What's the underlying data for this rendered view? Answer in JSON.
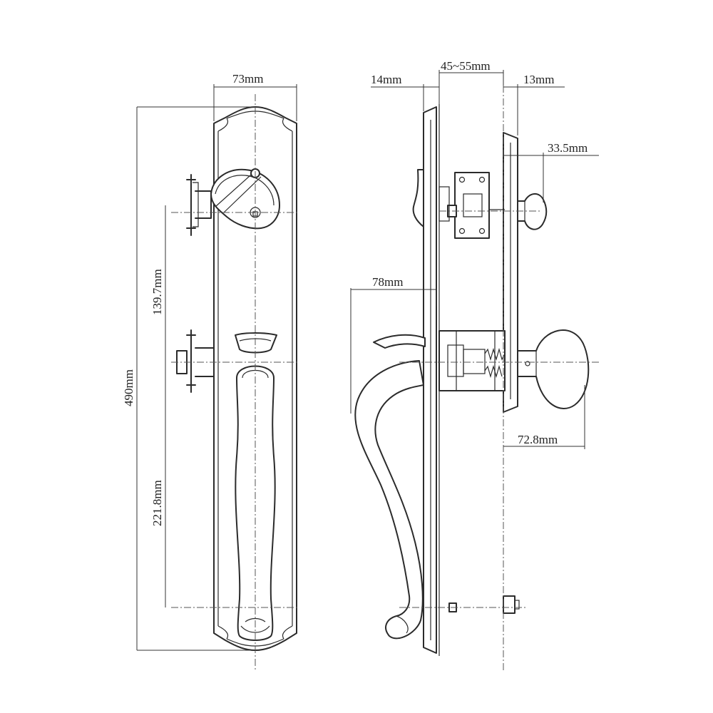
{
  "dimensions": {
    "plate_width": "73mm",
    "total_height": "490mm",
    "center_to_center": "139.7mm",
    "grip_length": "221.8mm",
    "outer_depth": "14mm",
    "door_thickness": "45~55mm",
    "inner_depth": "13mm",
    "knob_depth": "33.5mm",
    "handle_projection": "78mm",
    "inside_knob_projection": "72.8mm"
  },
  "colors": {
    "line": "#2b2b2b",
    "background": "#ffffff"
  }
}
